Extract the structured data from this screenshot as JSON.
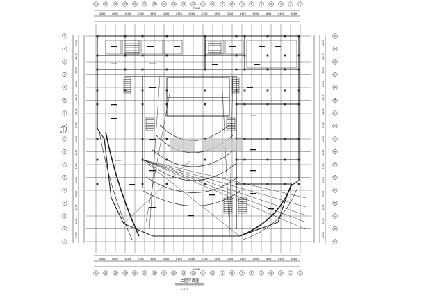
{
  "drawing": {
    "title": "二层平面图",
    "scale": "1:150",
    "top_total": "78600",
    "bottom_total": "78600"
  },
  "axes": {
    "top": [
      "22",
      "21",
      "20",
      "19",
      "18",
      "17",
      "16",
      "15",
      "14",
      "13",
      "12",
      "11",
      "10",
      "9",
      "8",
      "7",
      "6",
      "5",
      "4",
      "3",
      "2",
      "1"
    ],
    "left": [
      "A",
      "B",
      "C",
      "D",
      "E",
      "F",
      "G",
      "H",
      "J",
      "K",
      "L",
      "M",
      "N",
      "P",
      "Q",
      "R",
      "S"
    ],
    "right": [
      "A",
      "B",
      "C",
      "D",
      "E",
      "F",
      "G",
      "H",
      "J",
      "K",
      "L",
      "M",
      "N",
      "P",
      "Q",
      "R",
      "S"
    ]
  },
  "dimensions": {
    "top_row": [
      "4800",
      "6800",
      "8100",
      "6300",
      "4800",
      "4800",
      "6300",
      "6300",
      "5750",
      "3800",
      "3600",
      "5450",
      "3600",
      "3600",
      "8400",
      "8500"
    ],
    "bottom_row": [
      "4800",
      "6800",
      "8100",
      "6300",
      "4800",
      "4800",
      "6300",
      "6300",
      "5750",
      "3800",
      "3600",
      "5450",
      "3600",
      "3600",
      "8400",
      "8500"
    ],
    "left_col": [
      "7500",
      "3500",
      "3500",
      "4000",
      "4000",
      "4000",
      "3000",
      "4000",
      "4000",
      "4000",
      "3500",
      "3500",
      "4000",
      "3600",
      "7500"
    ],
    "right_col": [
      "4000",
      "3500",
      "3500",
      "4000",
      "4000",
      "4000",
      "3000",
      "4000",
      "4000",
      "4000",
      "3500",
      "3500",
      "4000",
      "3600",
      "4000"
    ]
  },
  "colors": {
    "line": "#1a1a1a",
    "fill_wall": "#2b2b2b",
    "background": "#ffffff",
    "watermark": "#c8c8c8"
  },
  "icons": [
    "north-arrow-icon"
  ]
}
